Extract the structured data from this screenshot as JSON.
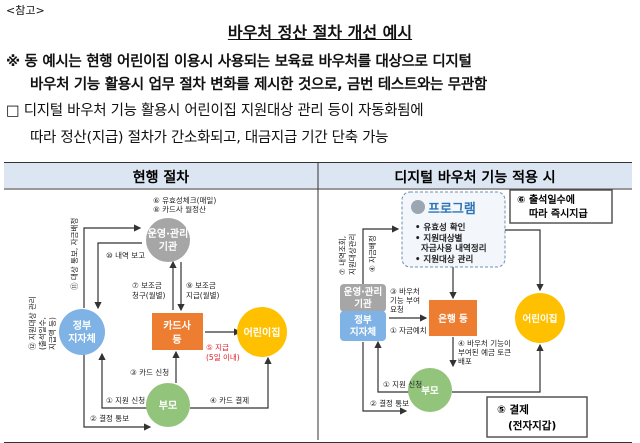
{
  "ref_label": "<참고>",
  "title": "바우처 정산 절차 개선 예시",
  "note": {
    "mark": "※",
    "line1": "동 예시는 현행 어린이집 이용시 사용되는 보육료 바우처를 대상으로 디지털",
    "line2": "바우처 기능 활용시 업무 절차 변화를 제시한 것으로, 금번 테스트와는 무관함"
  },
  "para": {
    "mark": "□",
    "line1": "디지털 바우처 기능 활용시 어린이집 지원대상 관리 등이 자동화됨에",
    "line2": "따라 정산(지급) 절차가 간소화되고, 대금지급 기간 단축 가능"
  },
  "left": {
    "header": "현행 절차",
    "nodes": {
      "agency1": "운영·관리",
      "agency2": "기관",
      "gov1": "정부",
      "gov2": "지자체",
      "card1": "카드사",
      "card2": "등",
      "daycare": "어린이집",
      "parent": "부모"
    },
    "steps": {
      "s6a": "⑥ 유효성체크(매일)",
      "s8": "⑧ 카드사 월정산",
      "s10": "⑩ 내역 보고",
      "s7": "⑦ 보조금",
      "s7b": "청구(월별)",
      "s9": "⑨ 보조금",
      "s9b": "지급(월별)",
      "s5": "⑤ 지급",
      "s5b": "(5일 이내)",
      "s3": "③ 카드 신청",
      "s1": "① 지원 신청",
      "s2": "② 결정 통보",
      "s4": "④ 카드 결제",
      "v1": "⑪ 대상 통보, 자금배정",
      "v2": "⑫ 지원대상 관리",
      "v2b": "(출석일수,",
      "v2c": "지급액 등)"
    }
  },
  "right": {
    "header": "디지털 바우처 기능 적용 시",
    "program": {
      "title": "프로그램",
      "items": [
        "유효성 확인",
        "지원대상별",
        "자금사용 내역정리",
        "지원대상 관리"
      ]
    },
    "box6": {
      "line1": "⑥ 출석일수에",
      "line2": "따라 즉시지급"
    },
    "box5": {
      "line1": "⑤ 결제",
      "line2": "(전자지갑)"
    },
    "nodes": {
      "agency1": "운영·관리",
      "agency2": "기관",
      "gov1": "정부",
      "gov2": "지자체",
      "bank": "은행 등",
      "daycare": "어린이집",
      "parent": "부모"
    },
    "steps": {
      "s3": "③ 바우처",
      "s3b": "기능 부여",
      "s3c": "요청",
      "s1b": "① 자금예치",
      "s4": "④ 바우처 기능이",
      "s4b": "부여된 예금 토큰",
      "s4c": "배포",
      "s1": "① 지원 신청",
      "s2": "② 결정 통보",
      "v1": "⑦ 내역조회,",
      "v1b": "지원대상관리",
      "v2": "④ 자금배정"
    }
  }
}
